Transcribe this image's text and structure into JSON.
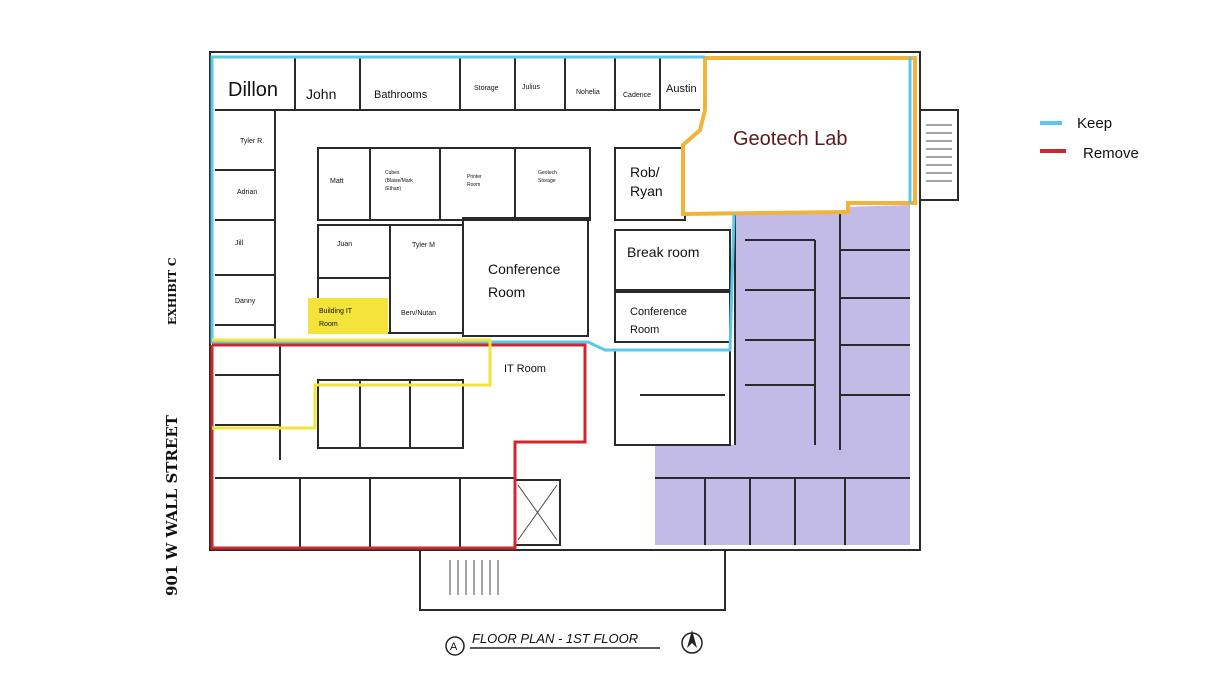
{
  "side_labels": {
    "exhibit": "EXHIBIT C",
    "street": "901 W WALL STREET"
  },
  "floor_plan_title": "FLOOR PLAN - 1ST FLOOR",
  "section_marker": "A",
  "legend": {
    "keep": "Keep",
    "remove": "Remove"
  },
  "colors": {
    "keep": "#5bc8e8",
    "remove": "#d0272e",
    "orange": "#f0b43c",
    "yellow": "#f4e33a",
    "purple": "#b7aee3",
    "geotech_text": "#5a1a1a"
  },
  "rooms": {
    "dillon": "Dillon",
    "john": "John",
    "bathrooms": "Bathrooms",
    "storage": "Storage",
    "julius": "Julius",
    "nohelia": "Nohelia",
    "cadence": "Cadence",
    "austin": "Austin",
    "geotech_lab": "Geotech Lab",
    "tyler_r": "Tyler R.",
    "adrian": "Adrian",
    "jill": "Jill",
    "danny": "Danny",
    "matt": "Matt",
    "cubes_1": "Cubes",
    "cubes_2": "(Blaise/Mark",
    "cubes_3": "/Ethan)",
    "printer_1": "Printer",
    "printer_2": "Room",
    "geotech_storage_1": "Geotech",
    "geotech_storage_2": "Storage",
    "rob_1": "Rob/",
    "rob_2": "Ryan",
    "juan": "Juan",
    "tyler_m": "Tyler M",
    "conference_1": "Conference",
    "conference_2": "Room",
    "break_room": "Break room",
    "conference2_1": "Conference",
    "conference2_2": "Room",
    "building_it_1": "Building IT",
    "building_it_2": "Room",
    "berv_nutan": "Berv/Nutan",
    "it_room": "IT Room"
  }
}
